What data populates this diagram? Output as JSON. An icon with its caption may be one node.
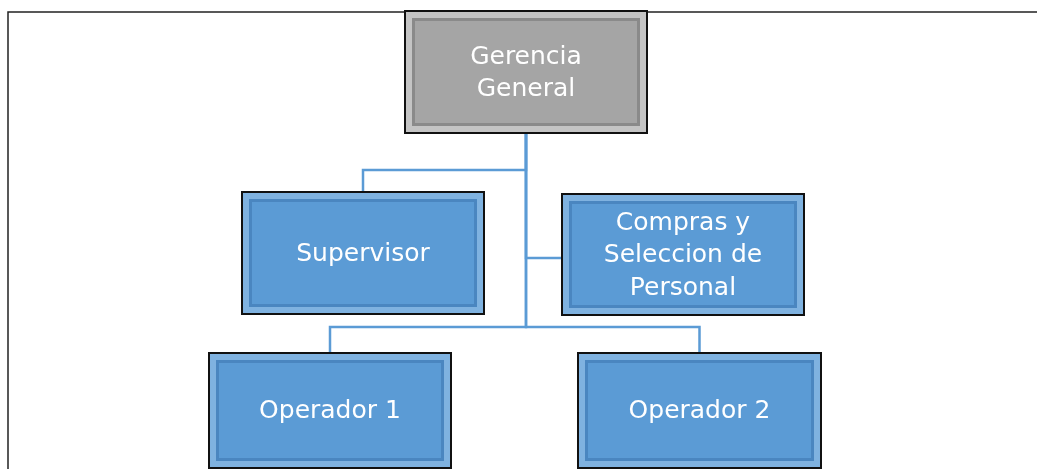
{
  "diagram": {
    "nodes": [
      {
        "text": [
          "Gerencia General"
        ]
      },
      {
        "text": [
          "Supervisor"
        ]
      },
      {
        "text": [
          "Compras y Seleccion de Personal"
        ]
      },
      {
        "text": [
          "Operador 1"
        ]
      },
      {
        "text": [
          "Operador 2"
        ]
      }
    ],
    "edges": [
      {
        "from": 0,
        "to": 1,
        "arrow": "none"
      },
      {
        "from": 0,
        "to": 2,
        "arrow": "none"
      },
      {
        "from": 0,
        "to": 3,
        "arrow": "none"
      },
      {
        "from": 0,
        "to": 4,
        "arrow": "none"
      }
    ]
  }
}
